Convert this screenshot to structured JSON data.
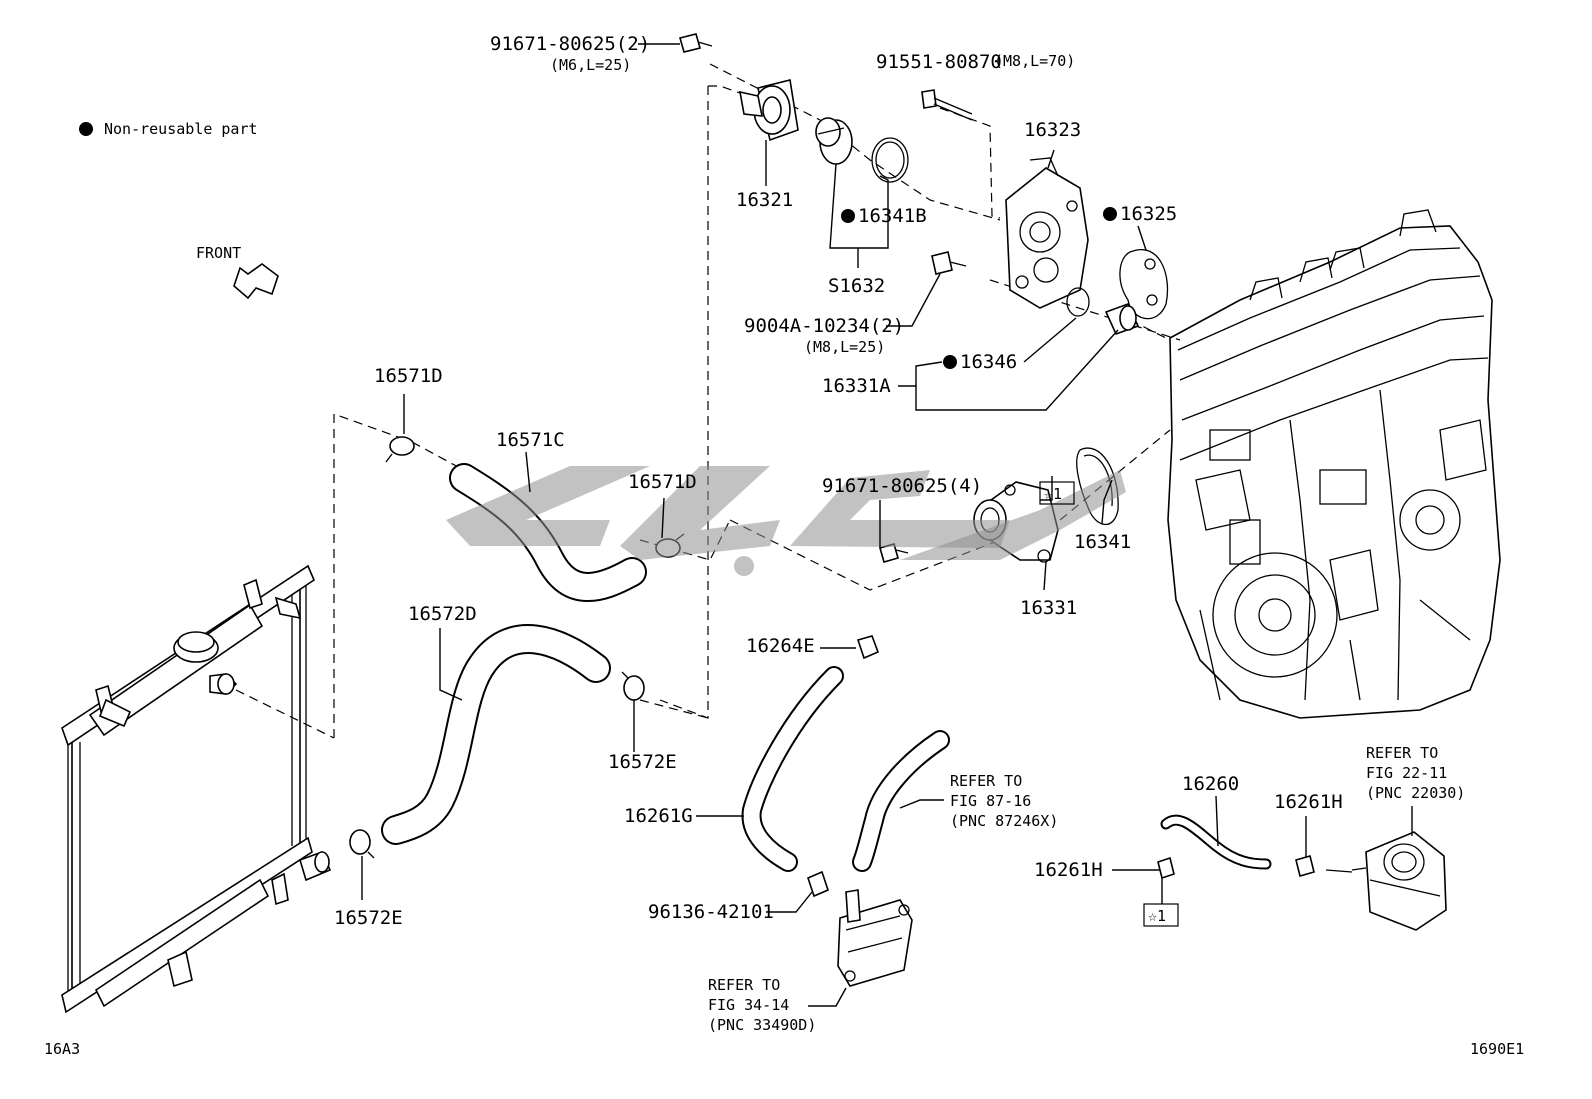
{
  "legend": {
    "text": "Non-reusable part"
  },
  "direction": {
    "text": "FRONT"
  },
  "corner": {
    "left": "16A3",
    "right": "1690E1"
  },
  "parts": {
    "p91671_top": "91671-80625(2)",
    "p91671_top_spec": "(M6,L=25)",
    "p91551": "91551-80870",
    "p91551_spec": "(M8,L=70)",
    "p16323": "16323",
    "p16321": "16321",
    "p16341B": "16341B",
    "p16325": "16325",
    "pS1632": "S1632",
    "p9004A": "9004A-10234(2)",
    "p9004A_spec": "(M8,L=25)",
    "p16346": "16346",
    "p16331A": "16331A",
    "p16571D_a": "16571D",
    "p16571C": "16571C",
    "p16571D_b": "16571D",
    "p91671_mid": "91671-80625(4)",
    "star1_a": "☆1",
    "p16341": "16341",
    "p16331": "16331",
    "p16572D": "16572D",
    "p16264E": "16264E",
    "p16572E_a": "16572E",
    "p16261G": "16261G",
    "p16572E_b": "16572E",
    "p96136": "96136-42101",
    "p16260": "16260",
    "p16261H_a": "16261H",
    "p16261H_b": "16261H",
    "star1_b": "☆1"
  },
  "refs": {
    "r87_1": "REFER TO",
    "r87_2": "FIG 87-16",
    "r87_3": "(PNC 87246X)",
    "r22_1": "REFER TO",
    "r22_2": "FIG 22-11",
    "r22_3": "(PNC 22030)",
    "r34_1": "REFER TO",
    "r34_2": "FIG 34-14",
    "r34_3": "(PNC 33490D)"
  },
  "colors": {
    "line": "#000000",
    "background": "#ffffff",
    "watermark": "#8f8f8f"
  }
}
